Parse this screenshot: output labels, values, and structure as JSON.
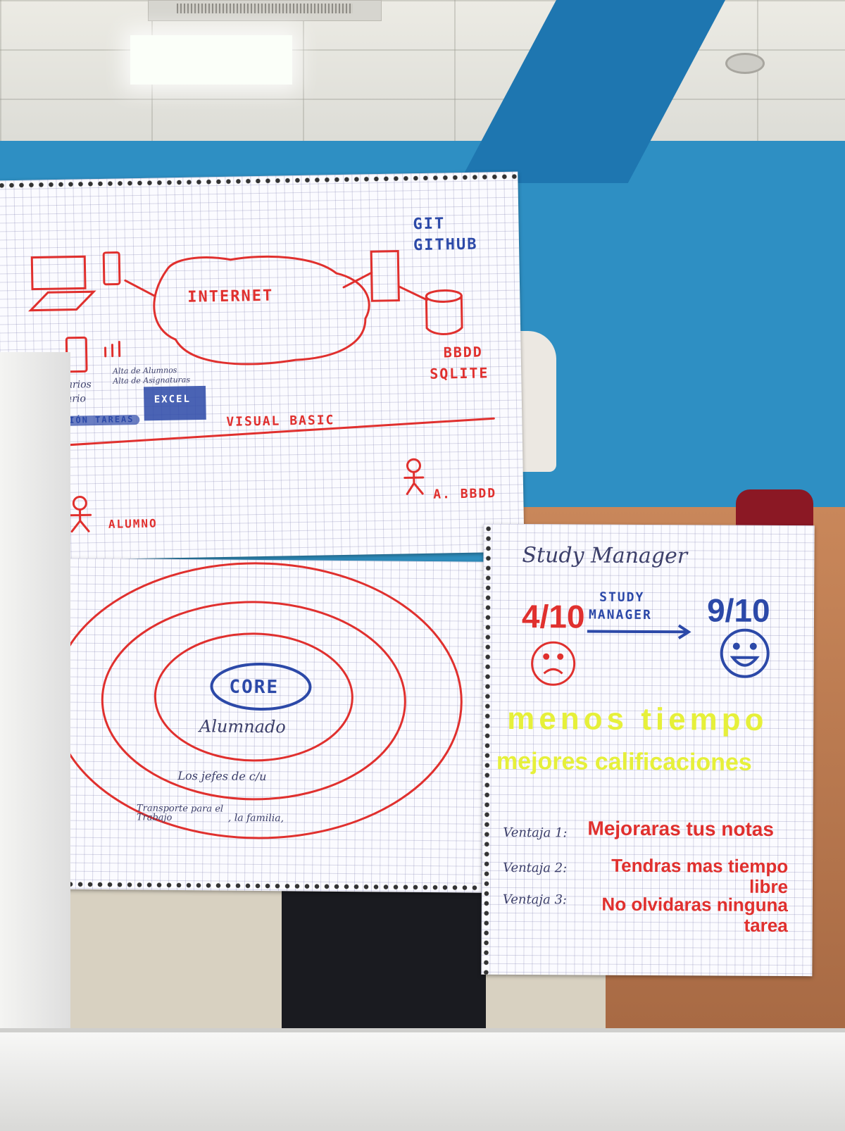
{
  "sheet_architecture": {
    "internet": "INTERNET",
    "git": "GIT",
    "github": "GITHUB",
    "bbdd": "BBDD",
    "sqlite": "SQLITE",
    "features": [
      "√ Formularios",
      "√ Calendario"
    ],
    "altas": [
      "Alta de Alumnos",
      "Alta de Asignaturas"
    ],
    "gestion_tareas": "GESTIÓN TAREAS",
    "excel": "EXCEL",
    "visual_basic": "VISUAL BASIC",
    "alumno": "ALUMNO",
    "admin_bbdd": "A. BBDD"
  },
  "sheet_onion": {
    "core": "CORE",
    "alumnado": "Alumnado",
    "los_jefes": "Los jefes de c/u",
    "transporte": "Transporte para el Trabajo",
    "la_familia": ", la familia,"
  },
  "sheet_manager": {
    "title": "Study Manager",
    "before_score": "4/10",
    "product": [
      "STUDY",
      "MANAGER"
    ],
    "after_score": "9/10",
    "menos_tiempo": "menos tiempo",
    "mejores_calificaciones": "mejores calificaciones",
    "ventajas": [
      {
        "label": "Ventaja 1:",
        "text": "Mejoraras tus notas"
      },
      {
        "label": "Ventaja 2:",
        "text": "Tendras mas tiempo libre"
      },
      {
        "label": "Ventaja 3:",
        "text": "No olvidaras ninguna tarea"
      }
    ]
  },
  "colors": {
    "red_marker": "#e0302e",
    "blue_marker": "#2c49a8",
    "yellow_highlighter": "#e6f03a",
    "wall": "#2e8fc3"
  }
}
